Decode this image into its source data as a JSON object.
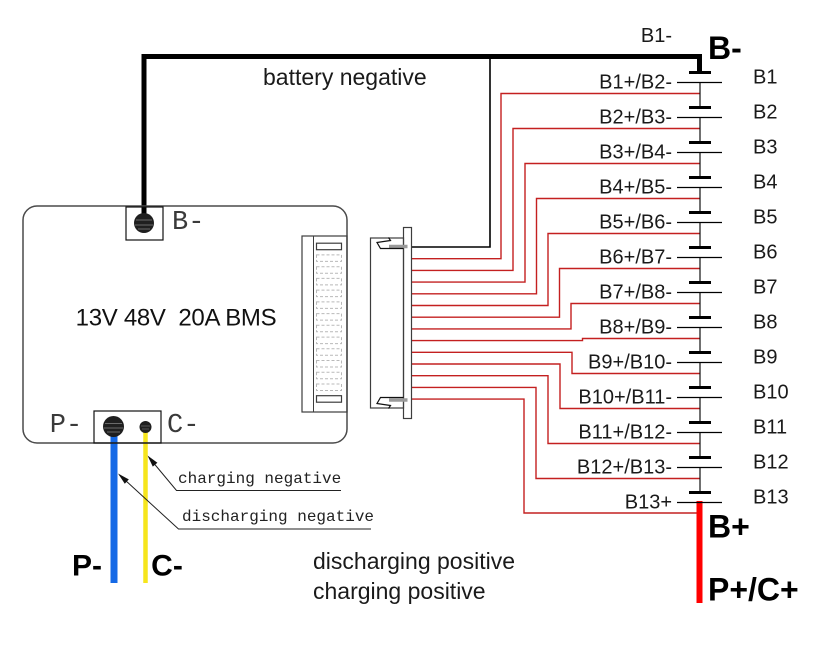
{
  "colors": {
    "wire_black": "#000000",
    "wire_red_thin": "#c42020",
    "wire_red_thick": "#ff0000",
    "wire_blue": "#1569e6",
    "wire_yellow": "#f6e51c"
  },
  "bms": {
    "title": "13V 48V  20A BMS",
    "terminal_b_minus": "B-",
    "terminal_p_minus": "P-",
    "terminal_c_minus": "C-"
  },
  "annotations": {
    "battery_negative": "battery negative",
    "charging_negative": "charging negative",
    "discharging_negative": "discharging negative",
    "discharging_positive": "discharging positive",
    "charging_positive": "charging positive"
  },
  "bold_labels": {
    "p_minus": "P-",
    "c_minus": "C-",
    "b_minus": "B-",
    "b_plus": "B+",
    "p_plus_c_plus": "P+/C+"
  },
  "pack": {
    "top_sense_label": "B1-",
    "bottom_sense_label": "B13+",
    "cells": [
      "B1",
      "B2",
      "B3",
      "B4",
      "B5",
      "B6",
      "B7",
      "B8",
      "B9",
      "B10",
      "B11",
      "B12",
      "B13"
    ],
    "junction_labels": [
      "B1+/B2-",
      "B2+/B3-",
      "B3+/B4-",
      "B4+/B5-",
      "B5+/B6-",
      "B6+/B7-",
      "B7+/B8-",
      "B8+/B9-",
      "B9+/B10-",
      "B10+/B11-",
      "B11+/B12-",
      "B12+/B13-"
    ]
  }
}
